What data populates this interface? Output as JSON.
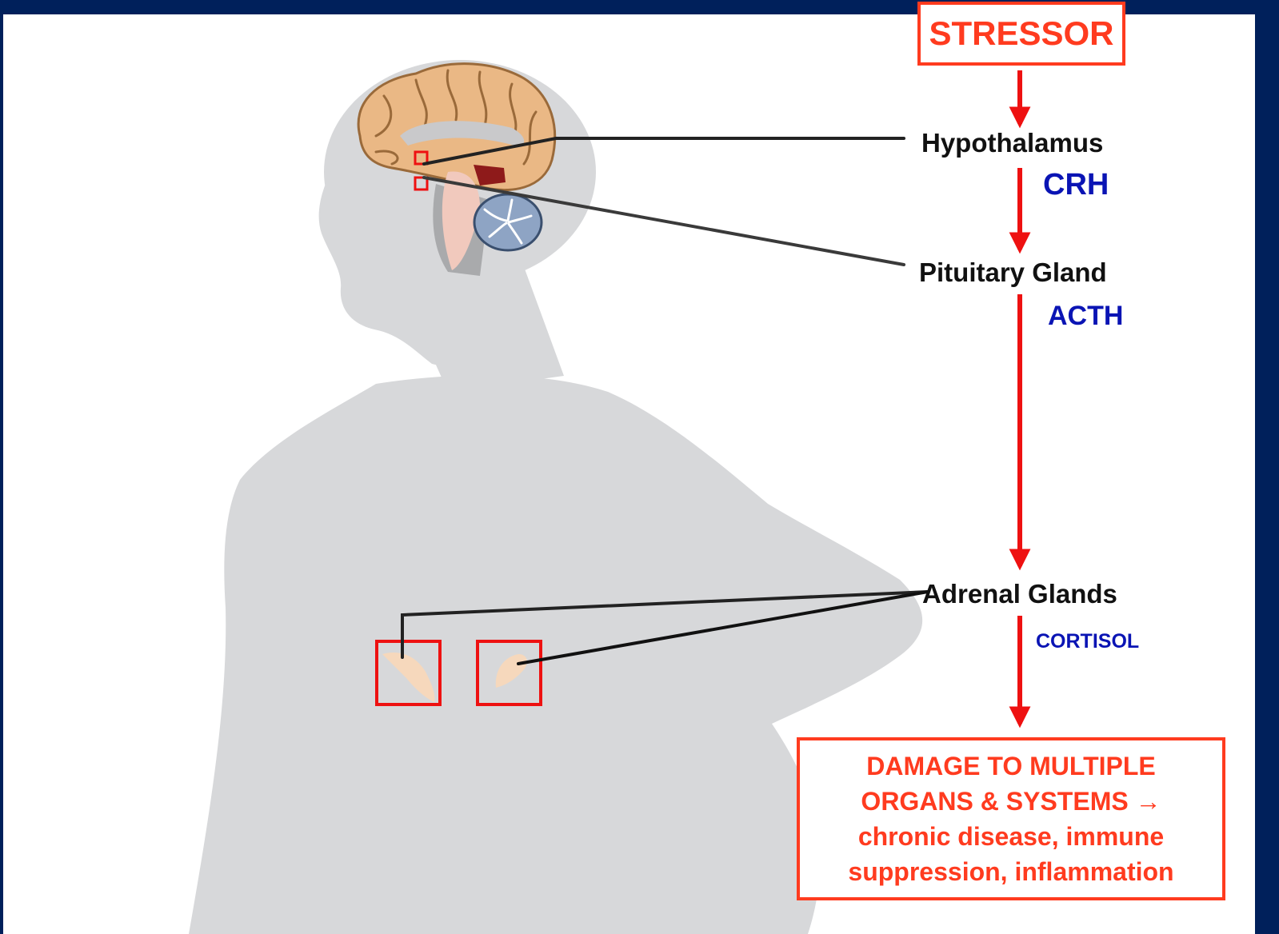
{
  "stressor": "STRESSOR",
  "organs": {
    "hypothalamus": "Hypothalamus",
    "pituitary": "Pituitary Gland",
    "adrenal": "Adrenal Glands"
  },
  "hormones": {
    "crh": "CRH",
    "acth": "ACTH",
    "cortisol": "CORTISOL"
  },
  "outcome": {
    "line1": "DAMAGE TO MULTIPLE",
    "line2": "ORGANS & SYSTEMS →",
    "line3": "chronic disease, immune",
    "line4": "suppression, inflammation"
  },
  "colors": {
    "frame": "#00205b",
    "accent_red": "#ff3b1f",
    "arrow_red": "#ee1111",
    "hormone_blue": "#0a14b4",
    "silhouette": "#d7d8da"
  }
}
